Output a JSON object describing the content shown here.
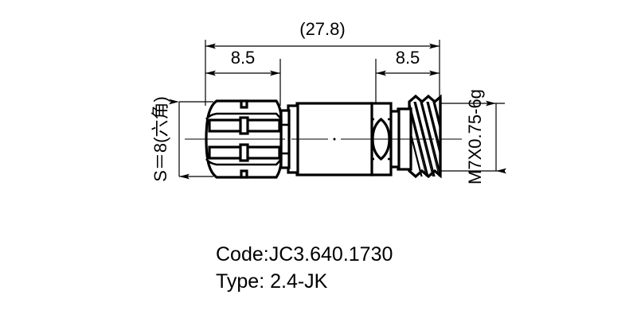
{
  "drawing": {
    "title_caption": {
      "code_label": "Code:JC3.640.1730",
      "type_label": "Type: 2.4-JK"
    },
    "dimensions": {
      "overall_length": "(27.8)",
      "left_segment": "8.5",
      "right_segment": "8.5",
      "hex_across_flats": "S＝8(六角)",
      "thread_spec": "M7X0.75-6g"
    },
    "colors": {
      "line": "#000000",
      "background": "#ffffff",
      "fill": "#ffffff"
    },
    "geometry": {
      "view": "side-section",
      "component": "coaxial-connector",
      "sections": [
        "hex-nut",
        "flange-washers",
        "main-body",
        "waist-barrel",
        "shank",
        "threaded-end"
      ]
    }
  }
}
